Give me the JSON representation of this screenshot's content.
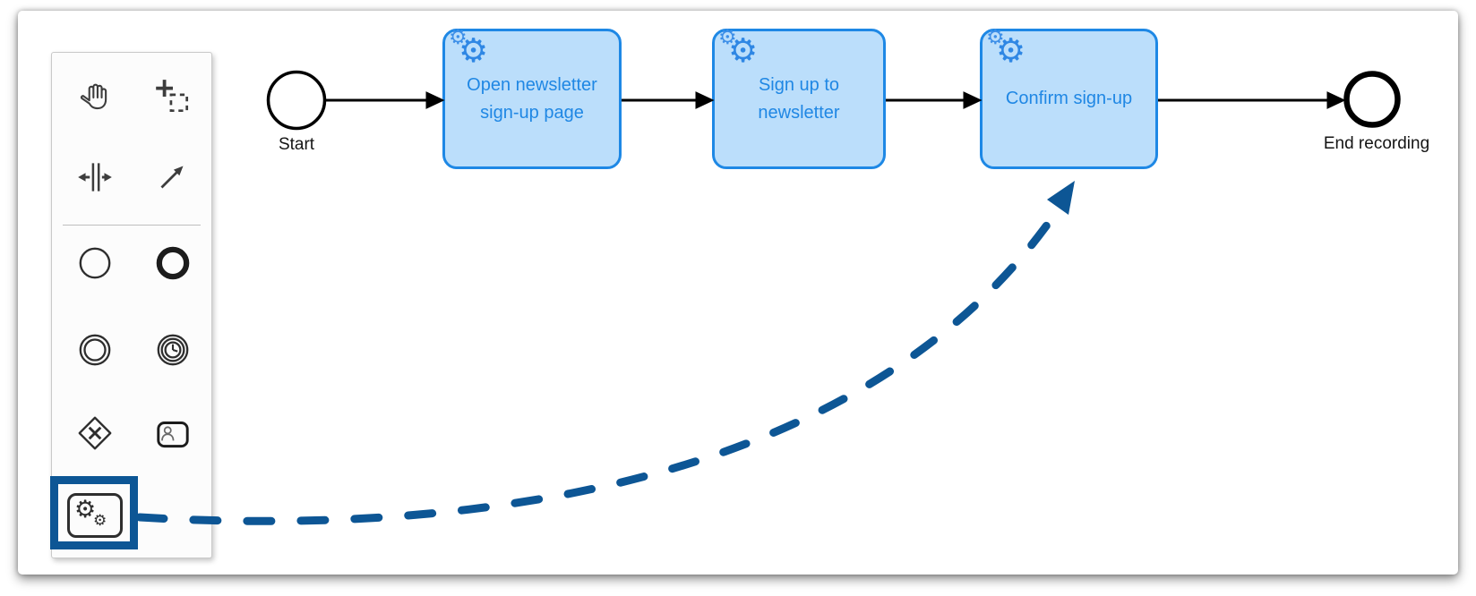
{
  "app": {
    "description": "BPMN process modeler canvas with tool palette"
  },
  "palette": {
    "items": [
      {
        "id": "hand-tool",
        "icon": "hand-icon"
      },
      {
        "id": "lasso-tool",
        "icon": "lasso-crosshair-icon"
      },
      {
        "id": "space-tool",
        "icon": "space-arrows-icon"
      },
      {
        "id": "global-connect-tool",
        "icon": "connect-arrow-icon"
      },
      {
        "id": "create-start-event",
        "icon": "thin-circle-icon"
      },
      {
        "id": "create-end-event",
        "icon": "thick-circle-icon"
      },
      {
        "id": "create-intermediate-event",
        "icon": "double-circle-icon"
      },
      {
        "id": "create-timer-event",
        "icon": "clock-circle-icon"
      },
      {
        "id": "create-gateway",
        "icon": "diamond-x-icon"
      },
      {
        "id": "create-user-task",
        "icon": "person-task-icon"
      },
      {
        "id": "create-service-task",
        "icon": "gears-task-icon",
        "highlighted": true
      }
    ],
    "highlight_color": "#0d5695"
  },
  "diagram": {
    "start_event_label": "Start",
    "tasks": [
      {
        "label": "Open newsletter sign-up page",
        "icon": "gears-icon"
      },
      {
        "label": "Sign up to newsletter",
        "icon": "gears-icon"
      },
      {
        "label": "Confirm sign-up",
        "icon": "gears-icon"
      }
    ],
    "end_event_label": "End recording",
    "task_fill": "#bbdefb",
    "task_stroke": "#1e88e5",
    "task_text_color": "#1f87e4"
  },
  "annotation": {
    "type": "dashed-curved-arrow",
    "color": "#0d5695",
    "points_from": "service-task palette entry",
    "points_to": "Confirm sign-up task"
  },
  "icons": {
    "gear_glyph": "⚙"
  }
}
